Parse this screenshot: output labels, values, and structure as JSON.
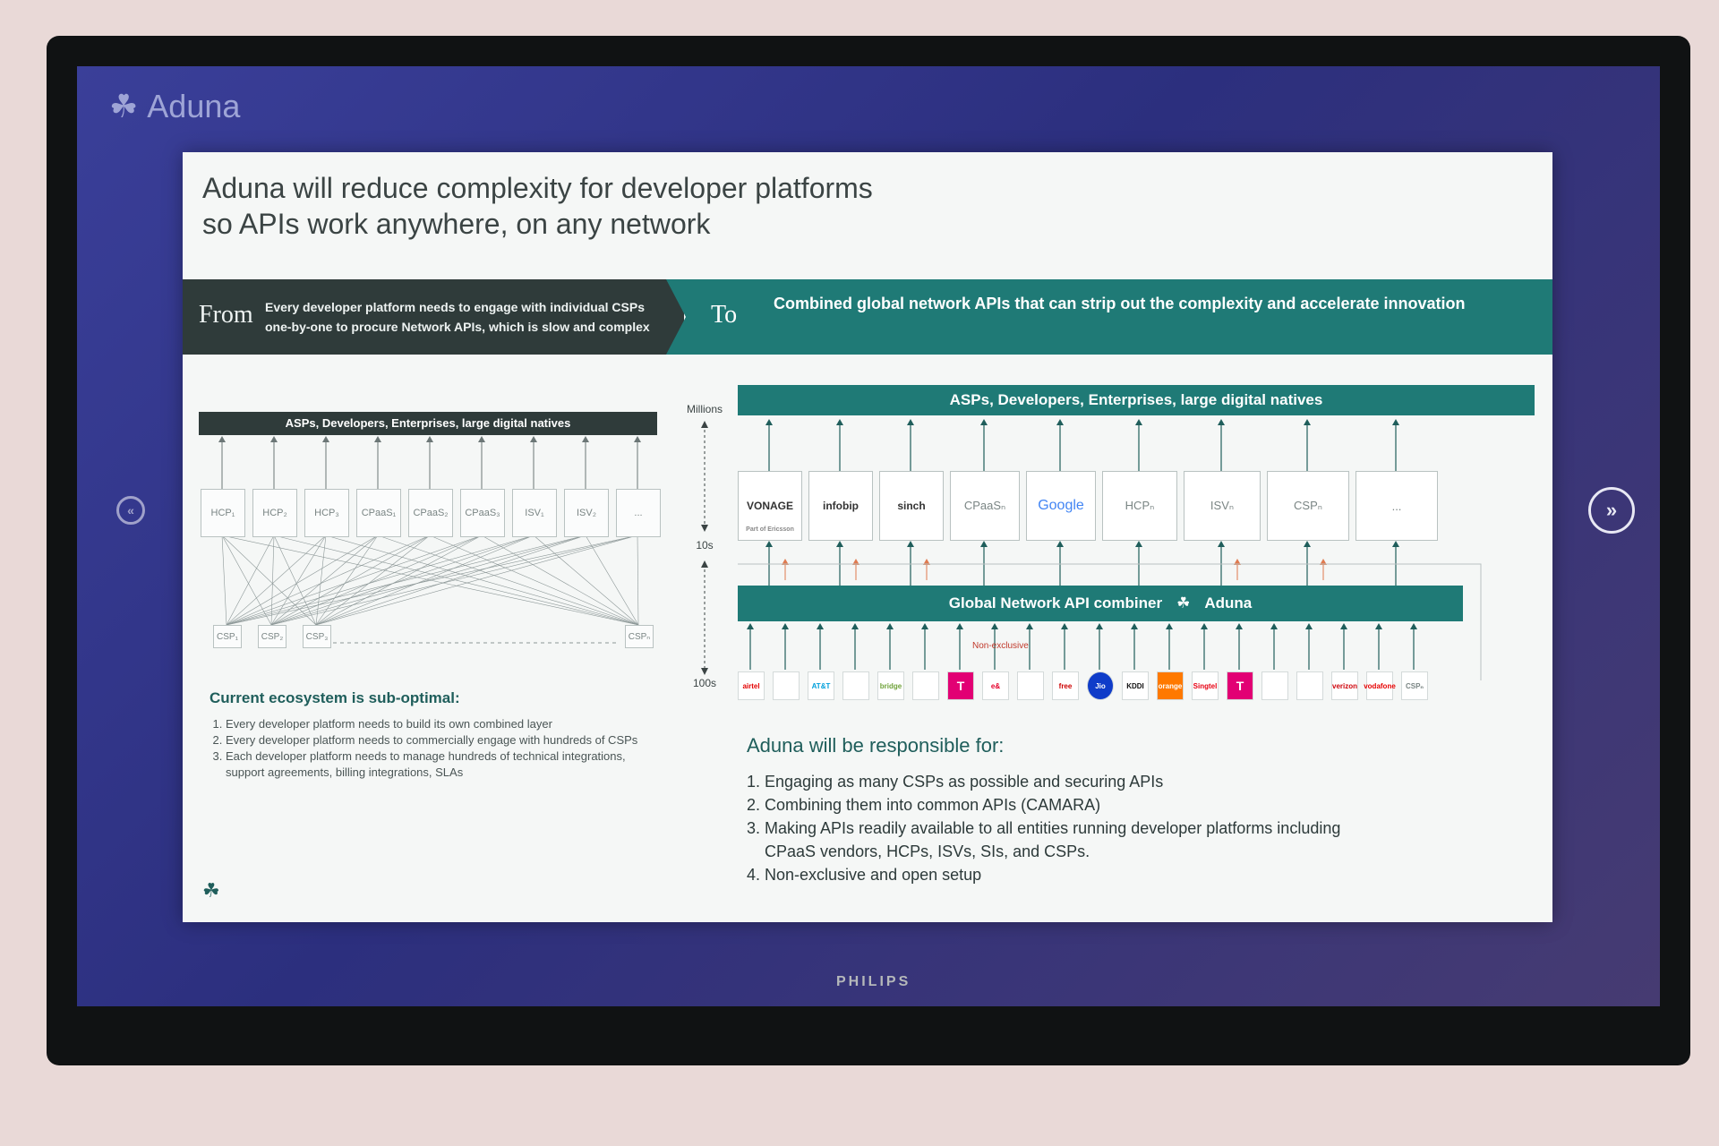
{
  "brand": {
    "name": "Aduna",
    "monitor": "PHILIPS"
  },
  "nav": {
    "prev": "«",
    "next": "»"
  },
  "title": {
    "line1": "Aduna will reduce complexity for developer platforms",
    "line2": "so APIs work anywhere, on any network"
  },
  "from": {
    "word": "From",
    "text": "Every developer platform needs to engage with individual CSPs one-by-one to procure Network APIs, which is slow and complex"
  },
  "to": {
    "word": "To",
    "text": "Combined global network APIs that can strip out the complexity and accelerate innovation"
  },
  "left_diagram": {
    "top_bar": "ASPs, Developers, Enterprises, large digital natives",
    "platforms": [
      "HCP₁",
      "HCP₂",
      "HCP₃",
      "CPaaS₁",
      "CPaaS₂",
      "CPaaS₃",
      "ISV₁",
      "ISV₂",
      "..."
    ],
    "csps": [
      "CSP₁",
      "CSP₂",
      "CSP₃",
      "CSPₙ"
    ]
  },
  "scale": {
    "top": "Millions",
    "mid": "10s",
    "bottom": "100s"
  },
  "right_diagram": {
    "top_bar": "ASPs, Developers, Enterprises, large digital natives",
    "platforms": [
      "VONAGE",
      "infobip",
      "sinch",
      "CPaaSₙ",
      "Google",
      "HCPₙ",
      "ISVₙ",
      "CSPₙ",
      "..."
    ],
    "vonage_sub": "Part of Ericsson",
    "combiner": "Global Network API combiner",
    "combiner_brand": "Aduna",
    "non_exclusive": "Non-exclusive",
    "operators": [
      "airtel",
      "",
      "AT&T",
      "",
      "bridge",
      "",
      "T",
      "e&",
      "",
      "free",
      "Jio",
      "KDDI",
      "orange",
      "Singtel",
      "T",
      "",
      "",
      "verizon",
      "vodafone",
      "CSPₙ"
    ]
  },
  "current": {
    "heading": "Current ecosystem is sub-optimal:",
    "items": [
      "Every developer platform needs to build its own combined layer",
      "Every developer platform needs to commercially engage with hundreds of CSPs",
      "Each developer platform needs to manage hundreds of technical integrations, support agreements, billing integrations, SLAs"
    ]
  },
  "responsibilities": {
    "heading": "Aduna will be responsible for:",
    "items": [
      "Engaging as many CSPs as possible and securing APIs",
      "Combining them into common APIs (CAMARA)",
      "Making APIs readily available to all entities running developer platforms including CPaaS vendors, HCPs, ISVs, SIs, and CSPs.",
      "Non-exclusive and open setup"
    ]
  },
  "colors": {
    "teal": "#1f7a76",
    "dark": "#2f3b3a",
    "accent_arrow": "#e07a4f"
  }
}
